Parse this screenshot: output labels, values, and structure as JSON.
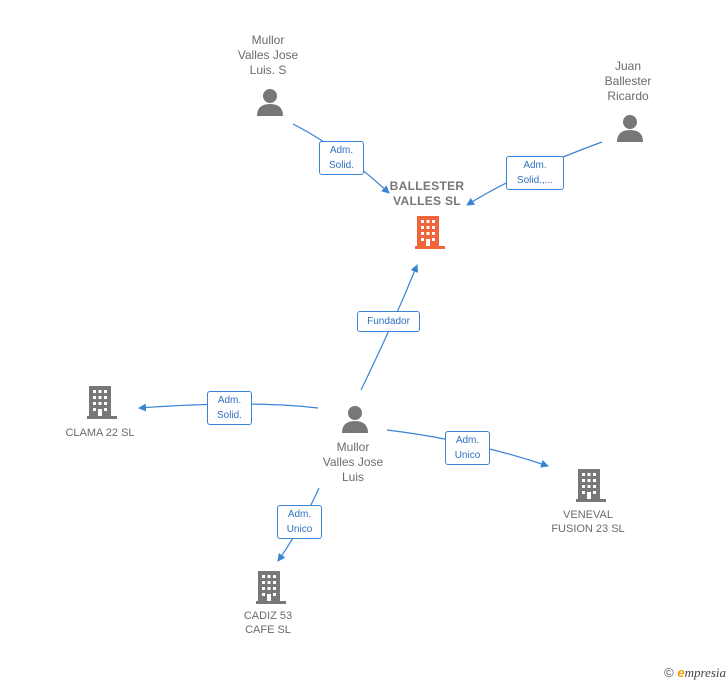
{
  "nodes": {
    "ballester_valles": {
      "label": "BALLESTER\nVALLES SL",
      "color": "#f0663a"
    },
    "mullor_valles_jose_luis_s": {
      "label": "Mullor\nValles Jose\nLuis.  S"
    },
    "juan_ballester_ricardo": {
      "label": "Juan\nBallester\nRicardo"
    },
    "mullor_valles_jose_luis": {
      "label": "Mullor\nValles Jose\nLuis"
    },
    "clama22": {
      "label": "CLAMA 22  SL"
    },
    "veneval": {
      "label": "VENEVAL\nFUSION 23  SL"
    },
    "cadiz53": {
      "label": "CADIZ 53\nCAFE SL"
    }
  },
  "edges": {
    "e1": "Adm.\nSolid.",
    "e2": "Adm.\nSolid.,...",
    "e3": "Fundador",
    "e4": "Adm.\nSolid.",
    "e5": "Adm.\nUnico",
    "e6": "Adm.\nUnico"
  },
  "colors": {
    "edge": "#3a84d6",
    "person": "#777777",
    "company": "#777777",
    "main_company": "#f0663a"
  },
  "watermark": {
    "symbol": "©",
    "brand_initial": "e",
    "brand_rest": "mpresia"
  }
}
